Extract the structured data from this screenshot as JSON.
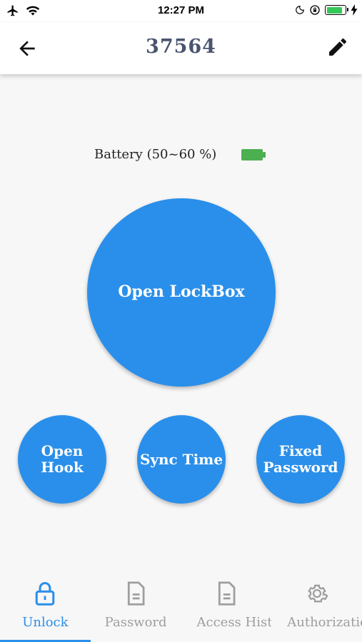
{
  "status_bar": {
    "time": "12:27 PM",
    "icons": [
      "airplane-icon",
      "wifi-icon",
      "moon-icon",
      "orientation-lock-icon",
      "battery-icon",
      "charging-icon"
    ]
  },
  "app_bar": {
    "title": "37564",
    "back_icon": "arrow-left-icon",
    "edit_icon": "pencil-icon"
  },
  "battery": {
    "label": "Battery (50~60 %)",
    "icon_color": "#4caf50"
  },
  "actions": {
    "main": "Open LockBox",
    "open_hook": "Open Hook",
    "sync_time": "Sync Time",
    "fixed_password": "Fixed Password"
  },
  "tabs": [
    {
      "label": "Unlock",
      "icon": "lock-icon",
      "active": true
    },
    {
      "label": "Password",
      "icon": "document-icon",
      "active": false
    },
    {
      "label": "Access History",
      "icon": "document-icon",
      "active": false
    },
    {
      "label": "Authorization",
      "icon": "gear-icon",
      "active": false
    }
  ],
  "colors": {
    "accent": "#2a8fea",
    "title": "#4a5470",
    "inactive_tab": "#9e9e9e"
  }
}
